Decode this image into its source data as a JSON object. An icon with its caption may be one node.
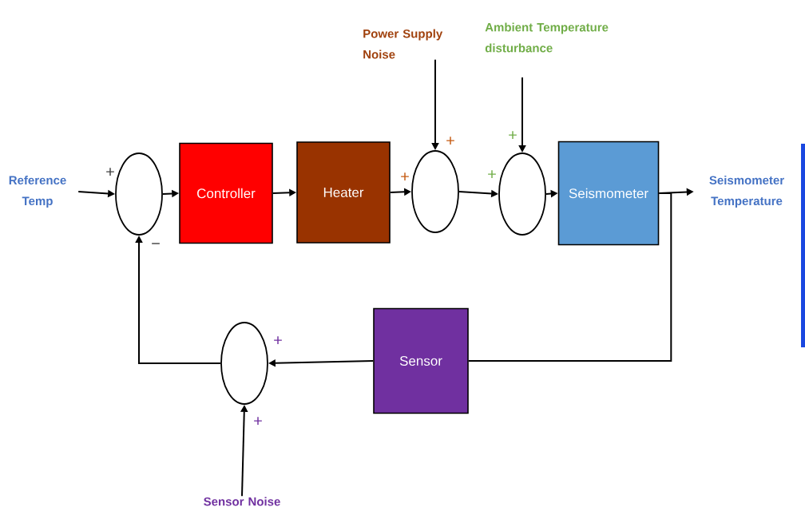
{
  "diagram": {
    "nodes": [
      {
        "text": [
          "Reference Temp"
        ]
      },
      {
        "text": [],
        "shape": "circle"
      },
      {
        "text": [
          "Controller"
        ]
      },
      {
        "text": [
          "Heater"
        ]
      },
      {
        "text": [],
        "shape": "circle"
      },
      {
        "text": [
          "Power Supply Noise"
        ]
      },
      {
        "text": [],
        "shape": "circle"
      },
      {
        "text": [
          "Ambient Temperature disturbance"
        ]
      },
      {
        "text": [
          "Seismometer"
        ]
      },
      {
        "text": [
          "Seismometer Temperature"
        ]
      },
      {
        "text": [
          "Sensor"
        ]
      },
      {
        "text": [],
        "shape": "circle"
      },
      {
        "text": [
          "Sensor Noise"
        ]
      }
    ],
    "edges": [
      {
        "from": 0,
        "to": 1,
        "arrow": "to"
      },
      {
        "from": 1,
        "to": 2,
        "arrow": "to"
      },
      {
        "from": 2,
        "to": 3,
        "arrow": "to"
      },
      {
        "from": 3,
        "to": 4,
        "arrow": "to"
      },
      {
        "from": 5,
        "to": 4,
        "arrow": "to"
      },
      {
        "from": 4,
        "to": 6,
        "arrow": "to"
      },
      {
        "from": 7,
        "to": 6,
        "arrow": "to"
      },
      {
        "from": 6,
        "to": 8,
        "arrow": "to"
      },
      {
        "from": 8,
        "to": 9,
        "arrow": "to"
      },
      {
        "from": 8,
        "to": 10,
        "arrow": "none"
      },
      {
        "from": 10,
        "to": 11,
        "arrow": "to"
      },
      {
        "from": 11,
        "to": 1,
        "arrow": "to"
      },
      {
        "from": 12,
        "to": 11,
        "arrow": "to"
      }
    ],
    "labels": [
      "+",
      "−",
      "+",
      "+",
      "+",
      "+",
      "+",
      "+"
    ]
  }
}
